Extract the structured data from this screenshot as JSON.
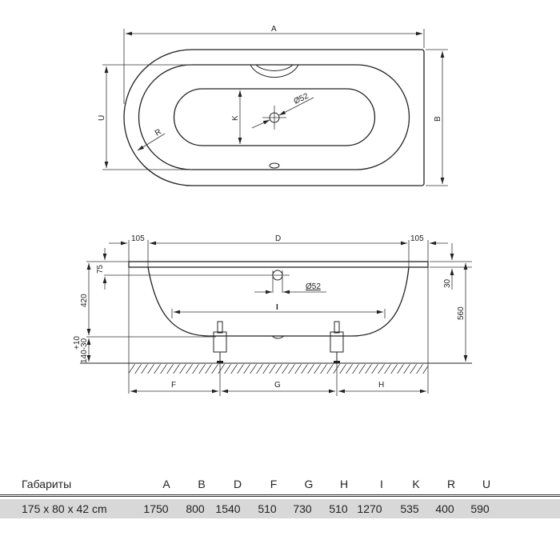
{
  "top_view": {
    "dim_A": "A",
    "dim_B": "B",
    "dim_U": "U",
    "dim_K": "K",
    "dim_R": "R",
    "drain_diameter": "Ø52"
  },
  "side_view": {
    "dim_D": "D",
    "dim_105_left": "105",
    "dim_105_right": "105",
    "dim_75": "75",
    "dim_420": "420",
    "dim_plus10": "+10",
    "dim_140_30": "140-30",
    "dim_30": "30",
    "dim_560": "560",
    "drain_diameter": "Ø52",
    "dim_I": "I",
    "dim_F": "F",
    "dim_G": "G",
    "dim_H": "H"
  },
  "table": {
    "header_label": "Габариты",
    "columns": [
      "A",
      "B",
      "D",
      "F",
      "G",
      "H",
      "I",
      "K",
      "R",
      "U"
    ],
    "row_label": "175 x 80 x 42 cm",
    "values": [
      "1750",
      "800",
      "1540",
      "510",
      "730",
      "510",
      "1270",
      "535",
      "400",
      "590"
    ]
  }
}
